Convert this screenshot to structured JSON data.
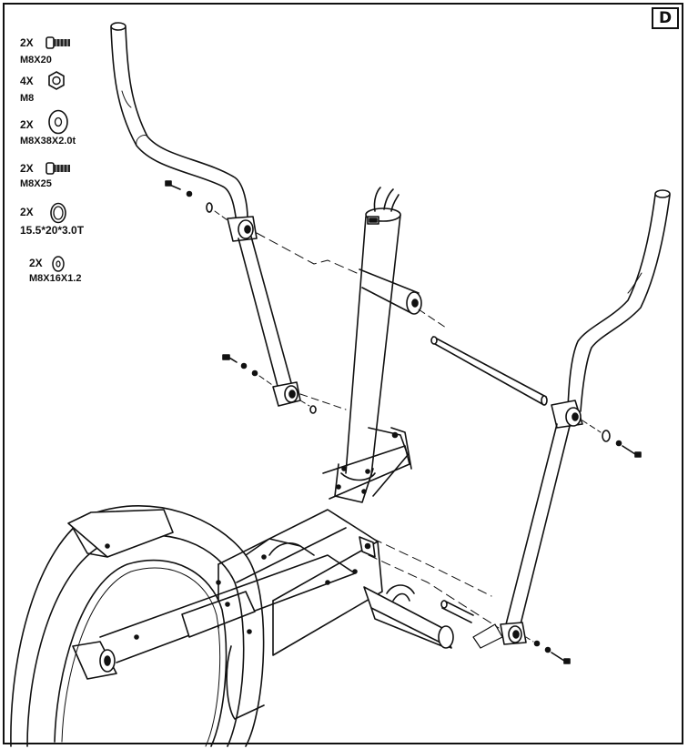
{
  "step": {
    "label": "D"
  },
  "parts": [
    {
      "qty": "2X",
      "spec": "M8X20",
      "icon": "bolt-icon"
    },
    {
      "qty": "4X",
      "spec": "M8",
      "icon": "nut-icon"
    },
    {
      "qty": "2X",
      "spec": "M8X38X2.0t",
      "icon": "large-washer-icon"
    },
    {
      "qty": "2X",
      "spec": "M8X25",
      "icon": "bolt-icon"
    },
    {
      "qty": "2X",
      "spec": "15.5*20*3.0T",
      "icon": "bushing-washer-icon"
    },
    {
      "qty": "2X",
      "spec": "M8X16X1.2",
      "icon": "small-washer-icon"
    }
  ]
}
